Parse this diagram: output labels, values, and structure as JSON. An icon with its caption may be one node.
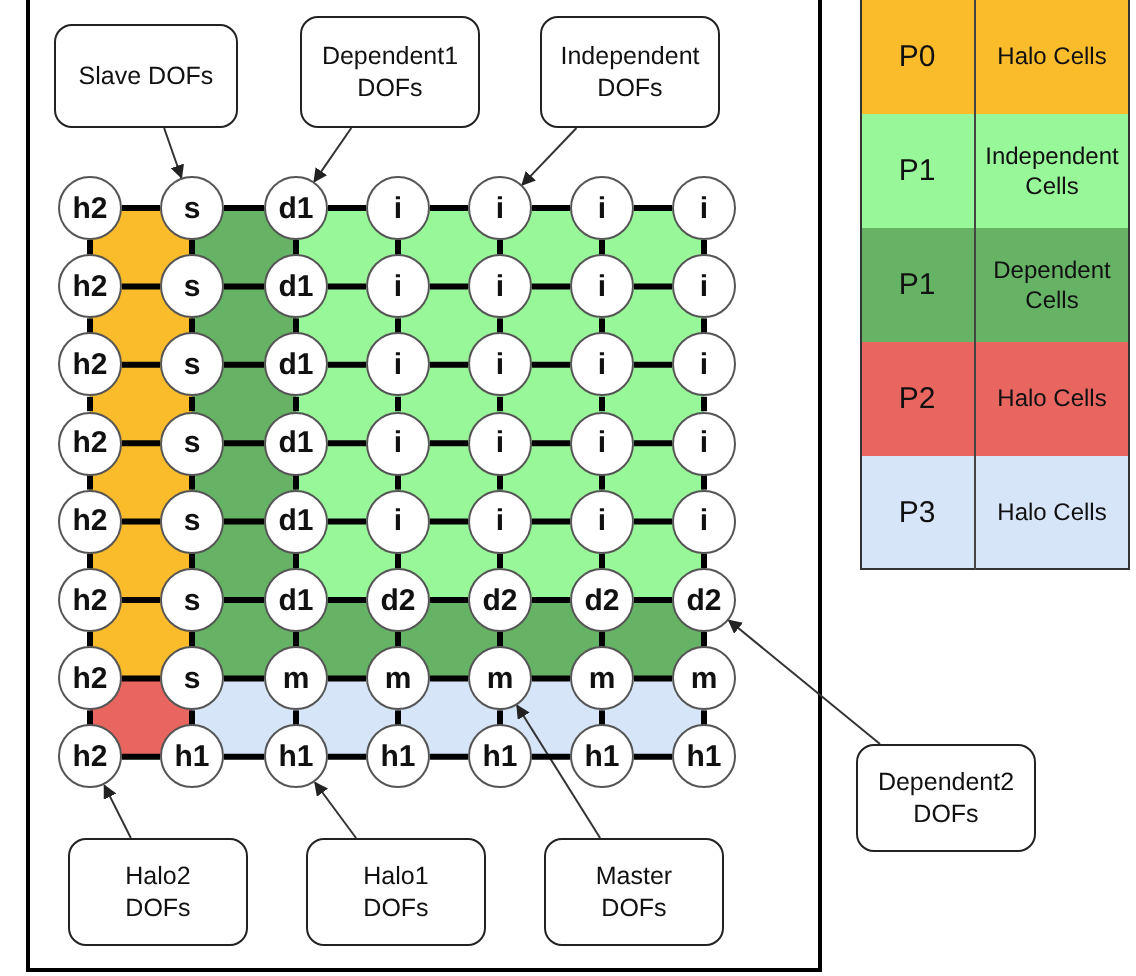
{
  "diagram": {
    "nodes": [
      {
        "text": [
          "Slave DOFs"
        ]
      },
      {
        "text": [
          "Dependent1 DOFs"
        ]
      },
      {
        "text": [
          "Independent DOFs"
        ]
      },
      {
        "text": [
          "h2"
        ]
      },
      {
        "text": [
          "s"
        ]
      },
      {
        "text": [
          "d1"
        ]
      },
      {
        "text": [
          "i"
        ]
      },
      {
        "text": [
          "i"
        ]
      },
      {
        "text": [
          "i"
        ]
      },
      {
        "text": [
          "i"
        ]
      },
      {
        "text": [
          "h2"
        ]
      },
      {
        "text": [
          "s"
        ]
      },
      {
        "text": [
          "d1"
        ]
      },
      {
        "text": [
          "i"
        ]
      },
      {
        "text": [
          "i"
        ]
      },
      {
        "text": [
          "i"
        ]
      },
      {
        "text": [
          "i"
        ]
      },
      {
        "text": [
          "h2"
        ]
      },
      {
        "text": [
          "s"
        ]
      },
      {
        "text": [
          "d1"
        ]
      },
      {
        "text": [
          "i"
        ]
      },
      {
        "text": [
          "i"
        ]
      },
      {
        "text": [
          "i"
        ]
      },
      {
        "text": [
          "i"
        ]
      },
      {
        "text": [
          "h2"
        ]
      },
      {
        "text": [
          "s"
        ]
      },
      {
        "text": [
          "d1"
        ]
      },
      {
        "text": [
          "i"
        ]
      },
      {
        "text": [
          "i"
        ]
      },
      {
        "text": [
          "i"
        ]
      },
      {
        "text": [
          "i"
        ]
      },
      {
        "text": [
          "h2"
        ]
      },
      {
        "text": [
          "s"
        ]
      },
      {
        "text": [
          "d1"
        ]
      },
      {
        "text": [
          "i"
        ]
      },
      {
        "text": [
          "i"
        ]
      },
      {
        "text": [
          "i"
        ]
      },
      {
        "text": [
          "i"
        ]
      },
      {
        "text": [
          "h2"
        ]
      },
      {
        "text": [
          "s"
        ]
      },
      {
        "text": [
          "d1"
        ]
      },
      {
        "text": [
          "d2"
        ]
      },
      {
        "text": [
          "d2"
        ]
      },
      {
        "text": [
          "d2"
        ]
      },
      {
        "text": [
          "d2"
        ]
      },
      {
        "text": [
          "h2"
        ]
      },
      {
        "text": [
          "s"
        ]
      },
      {
        "text": [
          "m"
        ]
      },
      {
        "text": [
          "m"
        ]
      },
      {
        "text": [
          "m"
        ]
      },
      {
        "text": [
          "m"
        ]
      },
      {
        "text": [
          "m"
        ]
      },
      {
        "text": [
          "h2"
        ]
      },
      {
        "text": [
          "h1"
        ]
      },
      {
        "text": [
          "h1"
        ]
      },
      {
        "text": [
          "h1"
        ]
      },
      {
        "text": [
          "h1"
        ]
      },
      {
        "text": [
          "h1"
        ]
      },
      {
        "text": [
          "h1"
        ]
      },
      {
        "text": [
          "Dependent2 DOFs"
        ]
      },
      {
        "text": [
          "Halo2 DOFs"
        ]
      },
      {
        "text": [
          "Halo1 DOFs"
        ]
      },
      {
        "text": [
          "Master DOFs"
        ]
      }
    ],
    "edges": [
      {
        "from": 0,
        "to": 4,
        "arrow": "to"
      },
      {
        "from": 1,
        "to": 5,
        "arrow": "to"
      },
      {
        "from": 2,
        "to": 7,
        "arrow": "to"
      },
      {
        "from": 59,
        "to": 44,
        "arrow": "to"
      },
      {
        "from": 60,
        "to": 52,
        "arrow": "to"
      },
      {
        "from": 61,
        "to": 54,
        "arrow": "to"
      },
      {
        "from": 62,
        "to": 49,
        "arrow": "to"
      },
      {
        "from": 3,
        "to": 4,
        "arrow": "none"
      },
      {
        "from": 4,
        "to": 5,
        "arrow": "none"
      },
      {
        "from": 5,
        "to": 6,
        "arrow": "none"
      },
      {
        "from": 6,
        "to": 7,
        "arrow": "none"
      },
      {
        "from": 7,
        "to": 8,
        "arrow": "none"
      },
      {
        "from": 8,
        "to": 9,
        "arrow": "none"
      },
      {
        "from": 10,
        "to": 11,
        "arrow": "none"
      },
      {
        "from": 11,
        "to": 12,
        "arrow": "none"
      },
      {
        "from": 12,
        "to": 13,
        "arrow": "none"
      },
      {
        "from": 13,
        "to": 14,
        "arrow": "none"
      },
      {
        "from": 14,
        "to": 15,
        "arrow": "none"
      },
      {
        "from": 15,
        "to": 16,
        "arrow": "none"
      },
      {
        "from": 17,
        "to": 18,
        "arrow": "none"
      },
      {
        "from": 18,
        "to": 19,
        "arrow": "none"
      },
      {
        "from": 19,
        "to": 20,
        "arrow": "none"
      },
      {
        "from": 20,
        "to": 21,
        "arrow": "none"
      },
      {
        "from": 21,
        "to": 22,
        "arrow": "none"
      },
      {
        "from": 22,
        "to": 23,
        "arrow": "none"
      },
      {
        "from": 24,
        "to": 25,
        "arrow": "none"
      },
      {
        "from": 25,
        "to": 26,
        "arrow": "none"
      },
      {
        "from": 26,
        "to": 27,
        "arrow": "none"
      },
      {
        "from": 27,
        "to": 28,
        "arrow": "none"
      },
      {
        "from": 28,
        "to": 29,
        "arrow": "none"
      },
      {
        "from": 29,
        "to": 30,
        "arrow": "none"
      },
      {
        "from": 31,
        "to": 32,
        "arrow": "none"
      },
      {
        "from": 32,
        "to": 33,
        "arrow": "none"
      },
      {
        "from": 33,
        "to": 34,
        "arrow": "none"
      },
      {
        "from": 34,
        "to": 35,
        "arrow": "none"
      },
      {
        "from": 35,
        "to": 36,
        "arrow": "none"
      },
      {
        "from": 36,
        "to": 37,
        "arrow": "none"
      },
      {
        "from": 38,
        "to": 39,
        "arrow": "none"
      },
      {
        "from": 39,
        "to": 40,
        "arrow": "none"
      },
      {
        "from": 40,
        "to": 41,
        "arrow": "none"
      },
      {
        "from": 41,
        "to": 42,
        "arrow": "none"
      },
      {
        "from": 42,
        "to": 43,
        "arrow": "none"
      },
      {
        "from": 43,
        "to": 44,
        "arrow": "none"
      },
      {
        "from": 45,
        "to": 46,
        "arrow": "none"
      },
      {
        "from": 46,
        "to": 47,
        "arrow": "none"
      },
      {
        "from": 47,
        "to": 48,
        "arrow": "none"
      },
      {
        "from": 48,
        "to": 49,
        "arrow": "none"
      },
      {
        "from": 49,
        "to": 50,
        "arrow": "none"
      },
      {
        "from": 50,
        "to": 51,
        "arrow": "none"
      },
      {
        "from": 52,
        "to": 53,
        "arrow": "none"
      },
      {
        "from": 53,
        "to": 54,
        "arrow": "none"
      },
      {
        "from": 54,
        "to": 55,
        "arrow": "none"
      },
      {
        "from": 55,
        "to": 56,
        "arrow": "none"
      },
      {
        "from": 56,
        "to": 57,
        "arrow": "none"
      },
      {
        "from": 57,
        "to": 58,
        "arrow": "none"
      },
      {
        "from": 3,
        "to": 10,
        "arrow": "none"
      },
      {
        "from": 4,
        "to": 11,
        "arrow": "none"
      },
      {
        "from": 5,
        "to": 12,
        "arrow": "none"
      },
      {
        "from": 6,
        "to": 13,
        "arrow": "none"
      },
      {
        "from": 7,
        "to": 14,
        "arrow": "none"
      },
      {
        "from": 8,
        "to": 15,
        "arrow": "none"
      },
      {
        "from": 9,
        "to": 16,
        "arrow": "none"
      },
      {
        "from": 10,
        "to": 17,
        "arrow": "none"
      },
      {
        "from": 11,
        "to": 18,
        "arrow": "none"
      },
      {
        "from": 12,
        "to": 19,
        "arrow": "none"
      },
      {
        "from": 13,
        "to": 20,
        "arrow": "none"
      },
      {
        "from": 14,
        "to": 21,
        "arrow": "none"
      },
      {
        "from": 15,
        "to": 22,
        "arrow": "none"
      },
      {
        "from": 16,
        "to": 23,
        "arrow": "none"
      },
      {
        "from": 17,
        "to": 24,
        "arrow": "none"
      },
      {
        "from": 18,
        "to": 25,
        "arrow": "none"
      },
      {
        "from": 19,
        "to": 26,
        "arrow": "none"
      },
      {
        "from": 20,
        "to": 27,
        "arrow": "none"
      },
      {
        "from": 21,
        "to": 28,
        "arrow": "none"
      },
      {
        "from": 22,
        "to": 29,
        "arrow": "none"
      },
      {
        "from": 23,
        "to": 30,
        "arrow": "none"
      },
      {
        "from": 24,
        "to": 31,
        "arrow": "none"
      },
      {
        "from": 25,
        "to": 32,
        "arrow": "none"
      },
      {
        "from": 26,
        "to": 33,
        "arrow": "none"
      },
      {
        "from": 27,
        "to": 34,
        "arrow": "none"
      },
      {
        "from": 28,
        "to": 35,
        "arrow": "none"
      },
      {
        "from": 29,
        "to": 36,
        "arrow": "none"
      },
      {
        "from": 30,
        "to": 37,
        "arrow": "none"
      },
      {
        "from": 31,
        "to": 38,
        "arrow": "none"
      },
      {
        "from": 32,
        "to": 39,
        "arrow": "none"
      },
      {
        "from": 33,
        "to": 40,
        "arrow": "none"
      },
      {
        "from": 34,
        "to": 41,
        "arrow": "none"
      },
      {
        "from": 35,
        "to": 42,
        "arrow": "none"
      },
      {
        "from": 36,
        "to": 43,
        "arrow": "none"
      },
      {
        "from": 37,
        "to": 44,
        "arrow": "none"
      },
      {
        "from": 38,
        "to": 45,
        "arrow": "none"
      },
      {
        "from": 39,
        "to": 46,
        "arrow": "none"
      },
      {
        "from": 40,
        "to": 47,
        "arrow": "none"
      },
      {
        "from": 41,
        "to": 48,
        "arrow": "none"
      },
      {
        "from": 42,
        "to": 49,
        "arrow": "none"
      },
      {
        "from": 43,
        "to": 50,
        "arrow": "none"
      },
      {
        "from": 44,
        "to": 51,
        "arrow": "none"
      },
      {
        "from": 45,
        "to": 52,
        "arrow": "none"
      },
      {
        "from": 46,
        "to": 53,
        "arrow": "none"
      },
      {
        "from": 47,
        "to": 54,
        "arrow": "none"
      },
      {
        "from": 48,
        "to": 55,
        "arrow": "none"
      },
      {
        "from": 49,
        "to": 56,
        "arrow": "none"
      },
      {
        "from": 50,
        "to": 57,
        "arrow": "none"
      },
      {
        "from": 51,
        "to": 58,
        "arrow": "none"
      }
    ],
    "labels": [
      "P0",
      "P1",
      "P1",
      "P2",
      "P3"
    ],
    "legend": [
      {
        "text": "Halo Cells",
        "color": "#fbbc2c"
      },
      {
        "text": "Independent Cells",
        "color": "#98f798"
      },
      {
        "text": "Dependent Cells",
        "color": "#66b366"
      },
      {
        "text": "Halo Cells",
        "color": "#e8665f"
      },
      {
        "text": "Halo Cells",
        "color": "#d6e5f7"
      }
    ]
  }
}
